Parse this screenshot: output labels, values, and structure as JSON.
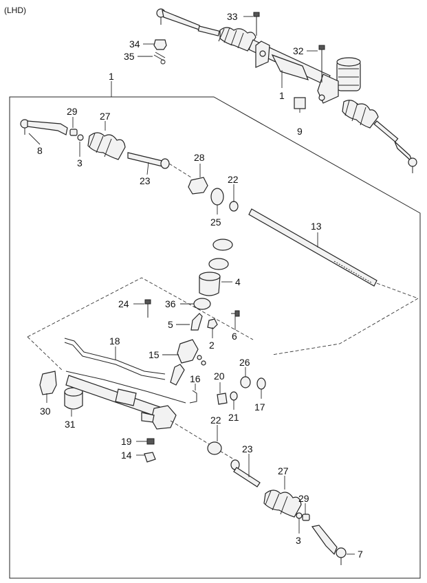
{
  "header": "(LHD)",
  "labels": {
    "l33": "33",
    "l34": "34",
    "l35": "35",
    "l32": "32",
    "l1a": "1",
    "l1b": "1",
    "l9": "9",
    "l29a": "29",
    "l27a": "27",
    "l8": "8",
    "l3a": "3",
    "l23a": "23",
    "l28": "28",
    "l22a": "22",
    "l25": "25",
    "l13": "13",
    "l4": "4",
    "l24": "24",
    "l36": "36",
    "l5": "5",
    "l2": "2",
    "l6": "6",
    "l18": "18",
    "l15": "15",
    "l26": "26",
    "l20": "20",
    "l16": "16",
    "l30": "30",
    "l31": "31",
    "l21": "21",
    "l17": "17",
    "l22b": "22",
    "l19": "19",
    "l14": "14",
    "l23b": "23",
    "l27b": "27",
    "l29b": "29",
    "l3b": "3",
    "l7": "7"
  }
}
